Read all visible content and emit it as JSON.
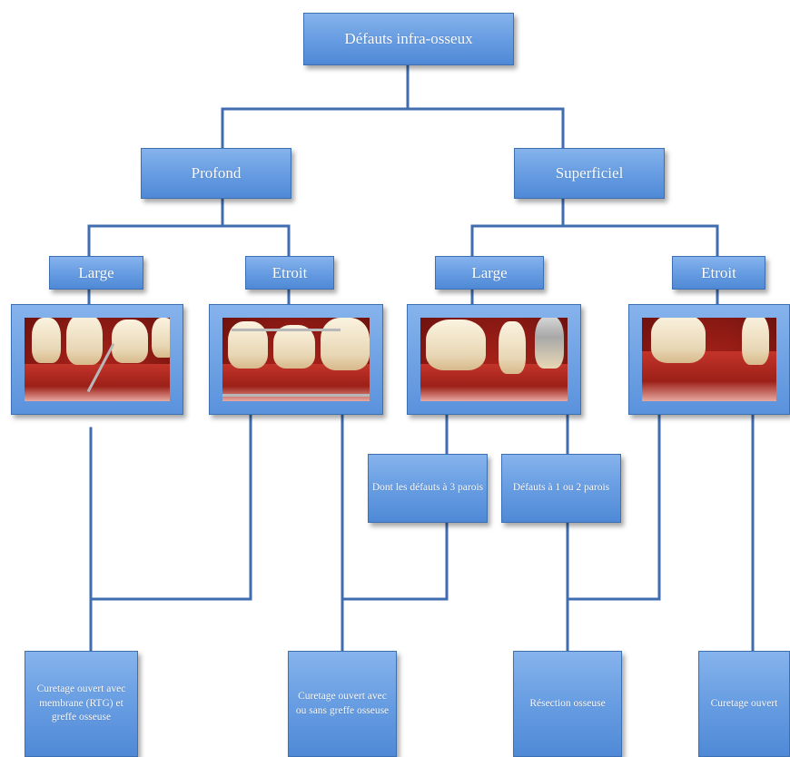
{
  "root": "Défauts infra-osseux",
  "level1": {
    "deep": "Profond",
    "shallow": "Superficiel"
  },
  "level2": {
    "deep_large": "Large",
    "deep_narrow": "Etroit",
    "shallow_large": "Large",
    "shallow_narrow": "Etroit"
  },
  "level3": {
    "three_walls": "Dont les défauts à 3 parois",
    "one_two_walls": "Défauts à 1 ou 2 parois"
  },
  "treatments": {
    "rtg_graft": "Curetage ouvert avec membrane (RTG) et greffe osseuse",
    "open_with_without_graft": "Curetage ouvert avec ou sans greffe osseuse",
    "bone_resection": "Résection osseuse",
    "open_curettage": "Curetage ouvert"
  },
  "colors": {
    "box_top": "#86b3ec",
    "box_bottom": "#4f89d6",
    "connector": "#3f6db0",
    "text": "#ffffff"
  }
}
